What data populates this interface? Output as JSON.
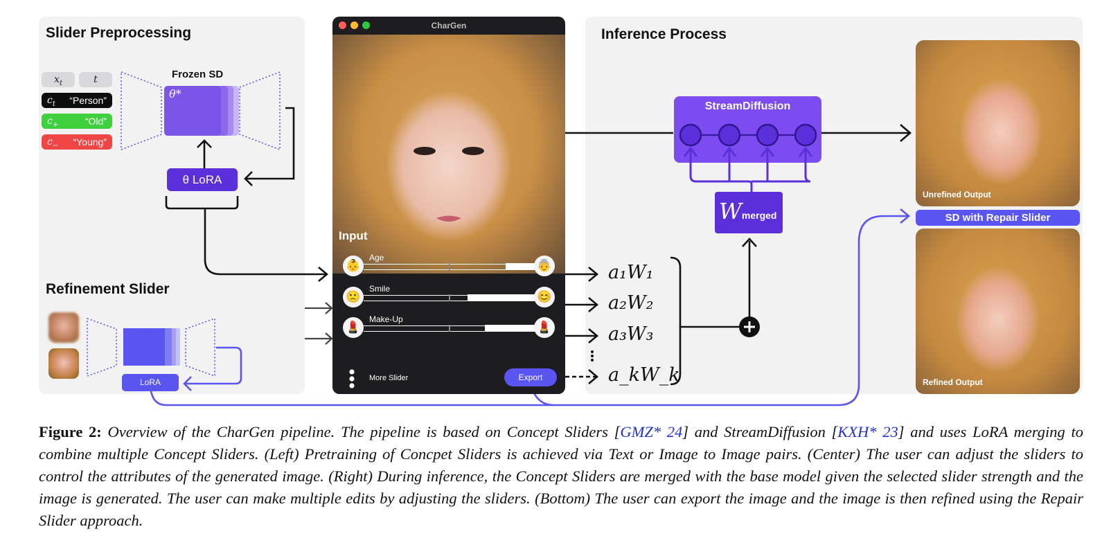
{
  "left_panel": {
    "title_preprocessing": "Slider Preprocessing",
    "title_refinement": "Refinement Slider",
    "chips": {
      "xt": "x_t",
      "t": "t",
      "ct_var": "c_t",
      "ct_label": "“Person”",
      "cplus_var": "c_+",
      "cplus_label": "“Old”",
      "cminus_var": "c_−",
      "cminus_label": "“Young”"
    },
    "frozen_sd_label": "Frozen SD",
    "theta_star": "θ*",
    "lora_theta_label": "θ LoRA",
    "refine_lora_label": "LoRA"
  },
  "app": {
    "window_title": "CharGen",
    "input_label": "Input",
    "sliders": [
      {
        "label": "Age",
        "left_icon": "baby-emoji",
        "right_icon": "elder-emoji",
        "value": 0.85
      },
      {
        "label": "Smile",
        "left_icon": "sad-emoji",
        "right_icon": "smile-emoji",
        "value": 0.6
      },
      {
        "label": "Make-Up",
        "left_icon": "lipstick-emoji",
        "right_icon": "lipstick-emoji",
        "value": 0.7
      }
    ],
    "more_slider_label": "More Slider",
    "export_label": "Export"
  },
  "right_panel": {
    "title": "Inference Process",
    "stream_diffusion_label": "StreamDiffusion",
    "w_merged_main": "W",
    "w_merged_sub": "merged",
    "weights": [
      "a₁W₁",
      "a₂W₂",
      "a₃W₃",
      "a_kW_k"
    ],
    "unrefined_label": "Unrefined Output",
    "repair_label": "SD with Repair Slider",
    "refined_label": "Refined Output"
  },
  "caption": {
    "fig": "Figure 2:",
    "part1": " Overview of the CharGen pipeline. The pipeline is based on Concept Sliders [",
    "cite1": "GMZ* 24",
    "part2": "] and StreamDiffusion [",
    "cite2": "KXH* 23",
    "part3": "] and uses LoRA merging to combine multiple Concept Sliders. (Left) Pretraining of Concpet Sliders is achieved via Text or Image to Image pairs. (Center) The user can adjust the sliders to control the attributes of the generated image. (Right) During inference, the Concept Sliders are merged with the base model given the selected slider strength and the image is generated. The user can make multiple edits by adjusting the sliders. (Bottom) The user can export the image and the image is then refined using the Repair Slider approach."
  },
  "colors": {
    "purple": "#5b2fd9",
    "purple_light": "#7d55ee",
    "blue": "#5a55f0",
    "green": "#3fcf3f",
    "red": "#f04545",
    "panel_bg": "#f2f2f3"
  }
}
